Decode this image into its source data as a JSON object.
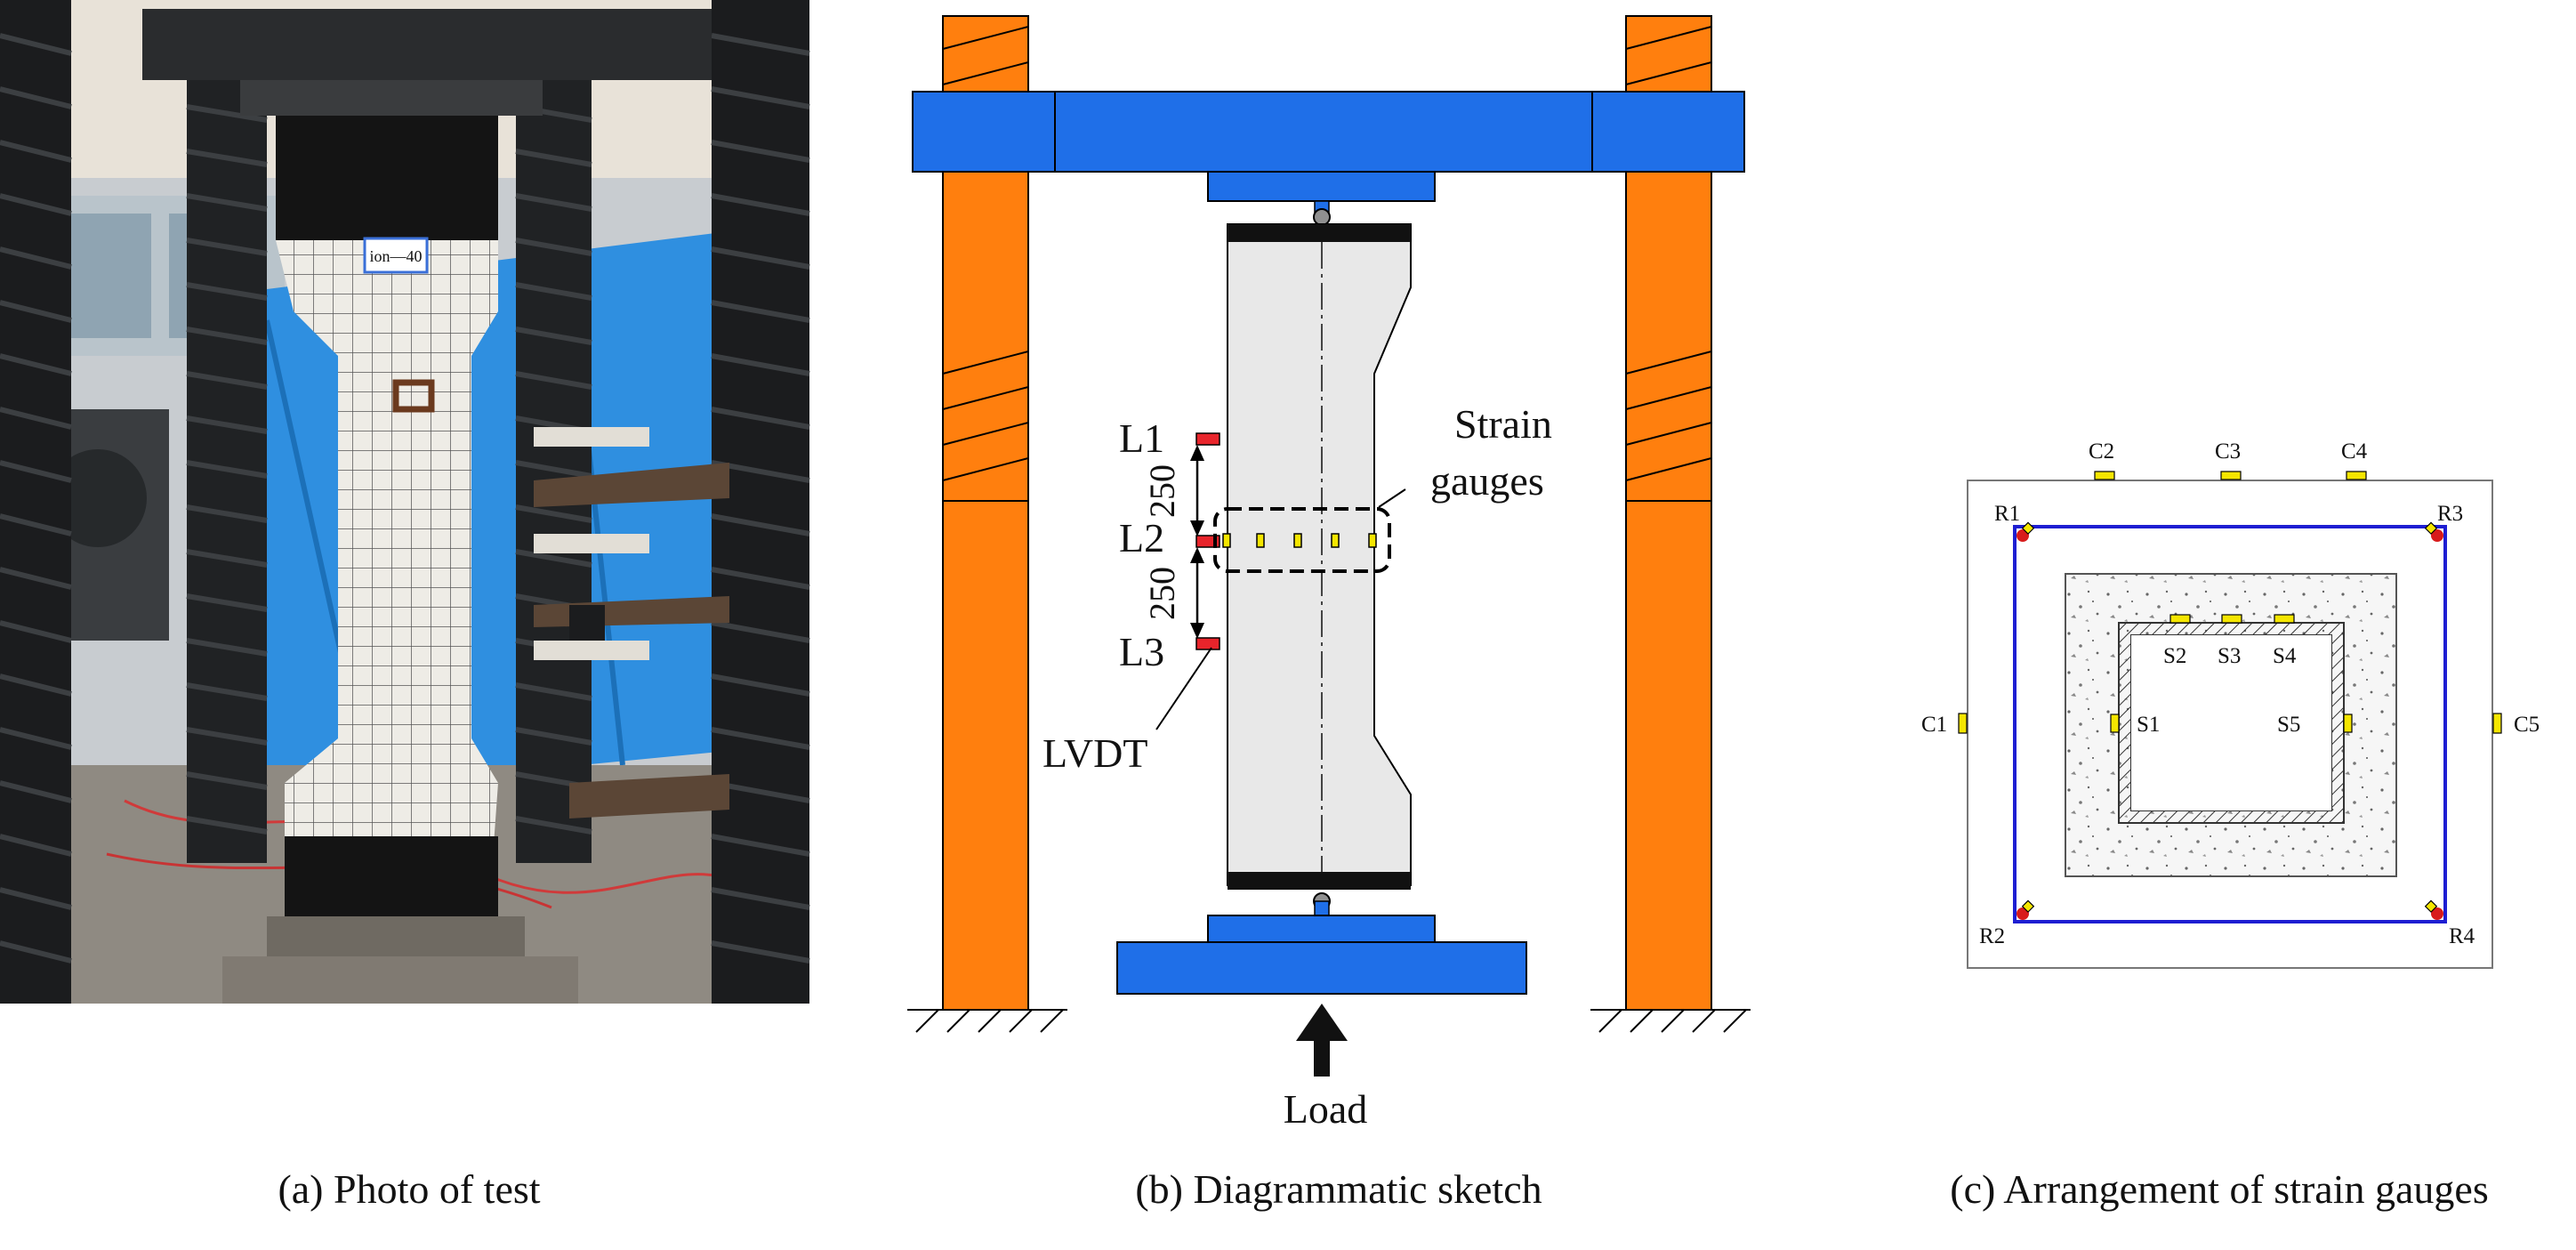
{
  "captions": {
    "a": "(a) Photo of  test",
    "b": "(b) Diagrammatic sketch",
    "c": "(c) Arrangement of strain gauges"
  },
  "sketch": {
    "lvdt_labels": [
      "L1",
      "L2",
      "L3"
    ],
    "spacing_labels": [
      "250",
      "250"
    ],
    "strain_label_line1": "Strain",
    "strain_label_line2": "gauges",
    "lvdt_label": "LVDT",
    "load_label": "Load"
  },
  "photo": {
    "tag_text": "ion—40"
  },
  "gauges": {
    "concrete_surface": [
      "C1",
      "C2",
      "C3",
      "C4",
      "C5"
    ],
    "rebar": [
      "R1",
      "R2",
      "R3",
      "R4"
    ],
    "steel_tube": [
      "S1",
      "S2",
      "S3",
      "S4",
      "S5"
    ]
  },
  "colors": {
    "frame_blue": "#1f6fe8",
    "column_orange": "#ff7f0e",
    "specimen_grey": "#e8e8e8",
    "lvdt_red": "#e8242b",
    "gauge_yellow": "#f5e600",
    "rebar_line": "#1e1ed2"
  }
}
